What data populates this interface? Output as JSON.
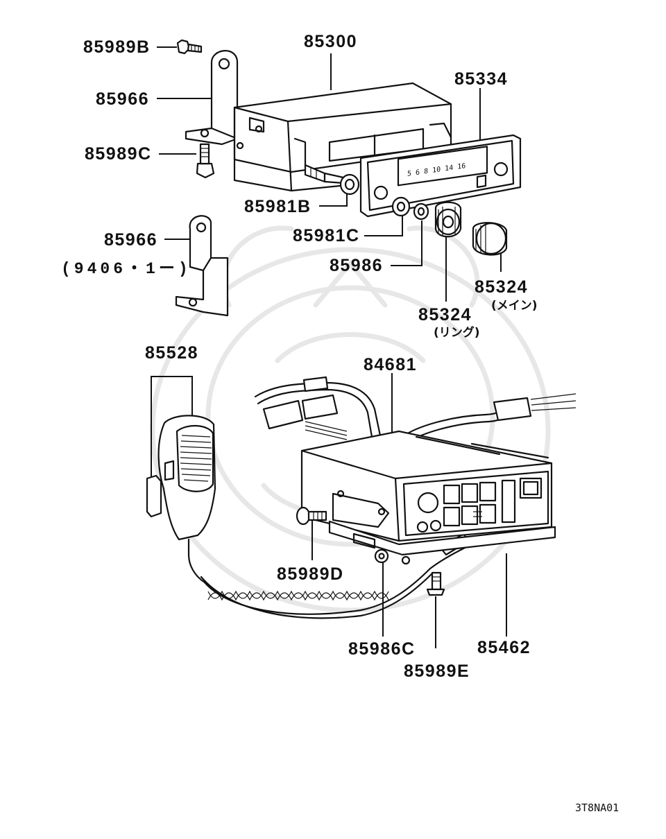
{
  "diagram": {
    "parts": {
      "p85989B": "85989B",
      "p85300": "85300",
      "p85966_a": "85966",
      "p85334": "85334",
      "p85989C": "85989C",
      "p85981B": "85981B",
      "p85981C": "85981C",
      "p85966_b": "85966",
      "p85986": "85986",
      "p85324_main": "85324",
      "p85324_ring": "85324",
      "p85528": "85528",
      "p84681": "84681",
      "p85989D": "85989D",
      "p85986C": "85986C",
      "p85462": "85462",
      "p85989E": "85989E"
    },
    "subtitles": {
      "main": "(メイン)",
      "ring": "(リング)"
    },
    "date_note": "(9406・1ー)",
    "radio_scale": "5 6   8 10  14 16",
    "figure_code": "3T8NA01"
  }
}
